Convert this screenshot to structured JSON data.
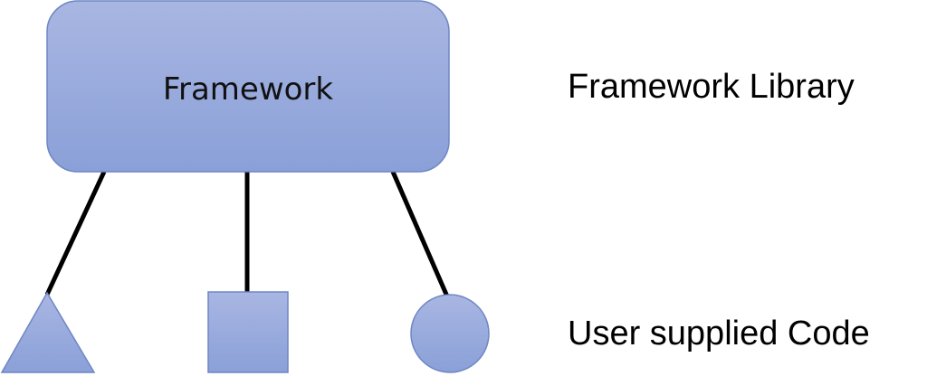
{
  "framework_box": {
    "label": "Framework"
  },
  "side_labels": {
    "top": "Framework Library",
    "bottom": "User supplied Code"
  },
  "user_code_shapes": [
    "triangle",
    "square",
    "circle"
  ],
  "colors": {
    "shape_fill_top": "#a9b6e2",
    "shape_fill_bottom": "#8aa0d8",
    "shape_stroke": "#6f86c4",
    "connector": "#000000"
  }
}
